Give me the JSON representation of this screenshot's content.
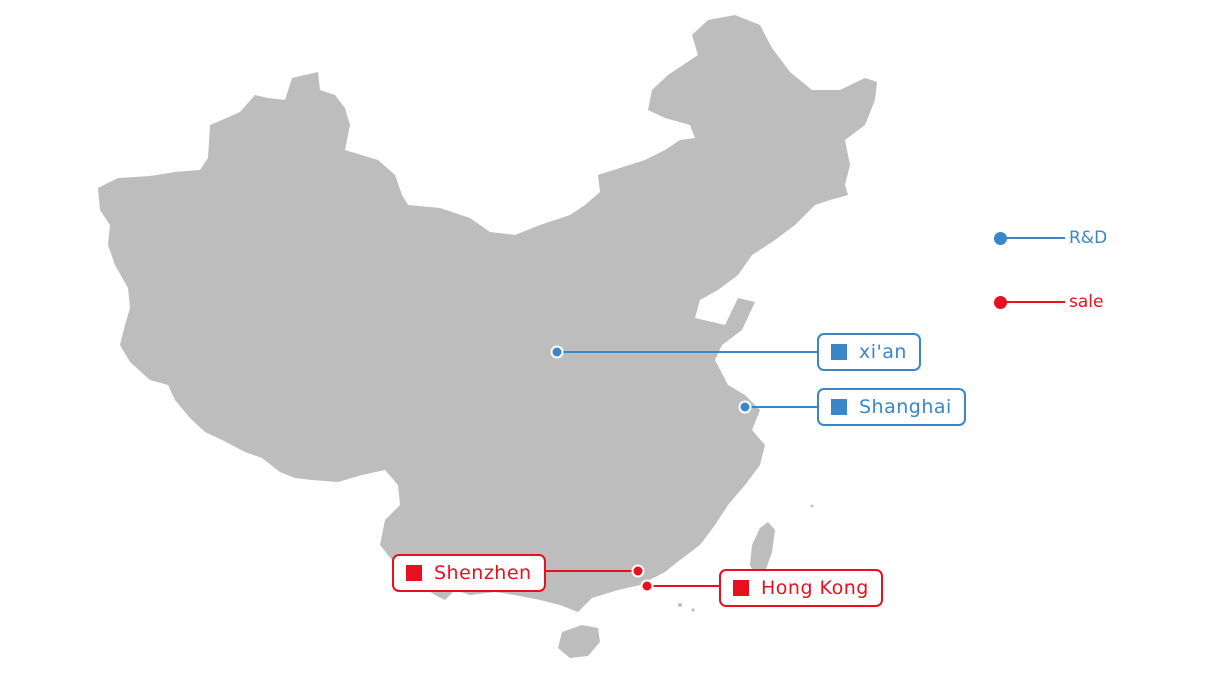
{
  "colors": {
    "land": "#bdbdbd",
    "rd": "#3a86c8",
    "sale": "#e8101f",
    "background": "#ffffff"
  },
  "legend": {
    "rd_label": "R&D",
    "sale_label": "sale"
  },
  "cities": {
    "xian": {
      "name": "xi'an",
      "category": "R&D"
    },
    "shanghai": {
      "name": "Shanghai",
      "category": "R&D"
    },
    "shenzhen": {
      "name": "Shenzhen",
      "category": "sale"
    },
    "hongkong": {
      "name": "Hong Kong",
      "category": "sale"
    }
  }
}
